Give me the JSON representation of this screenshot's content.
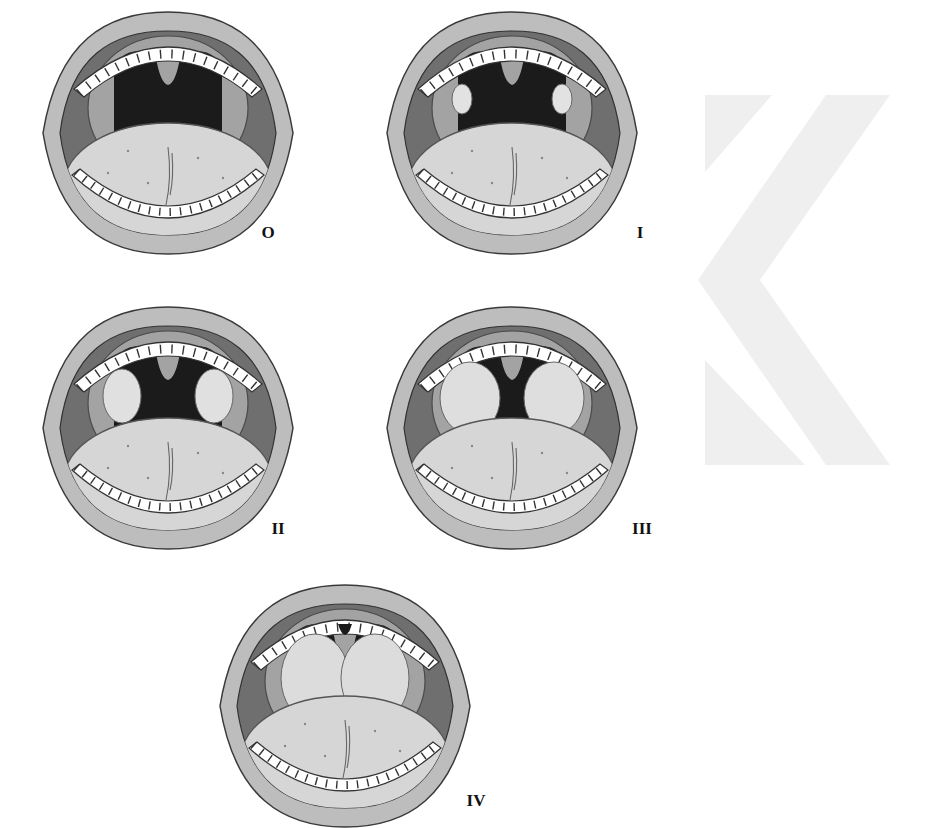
{
  "diagram": {
    "labels": [
      "O",
      "I",
      "II",
      "III",
      "IV"
    ]
  }
}
